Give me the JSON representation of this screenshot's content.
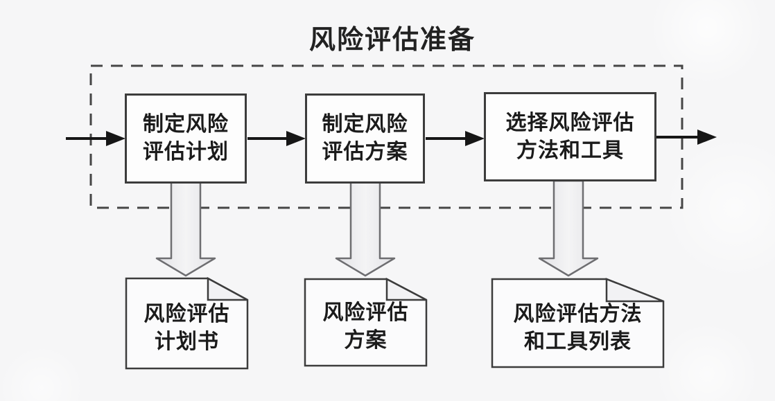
{
  "title": "风险评估准备",
  "process_boxes": [
    {
      "label": "制定风险\n评估计划"
    },
    {
      "label": "制定风险\n评估方案"
    },
    {
      "label": "选择风险评估\n方法和工具"
    }
  ],
  "documents": [
    {
      "label": "风险评估\n计划书"
    },
    {
      "label": "风险评估\n方案"
    },
    {
      "label": "风险评估方法\n和工具列表"
    }
  ],
  "colors": {
    "background": "#f6f6f7",
    "box_border": "#3c3c3c",
    "box_fill": "#fdfdfd",
    "dashed_border": "#464646",
    "flow_arrow": "#161616",
    "big_arrow_fill": "#ededf0",
    "big_arrow_stroke": "#6e6e71",
    "document_fill": "#fbfbfc",
    "text": "#1b1b1b"
  }
}
